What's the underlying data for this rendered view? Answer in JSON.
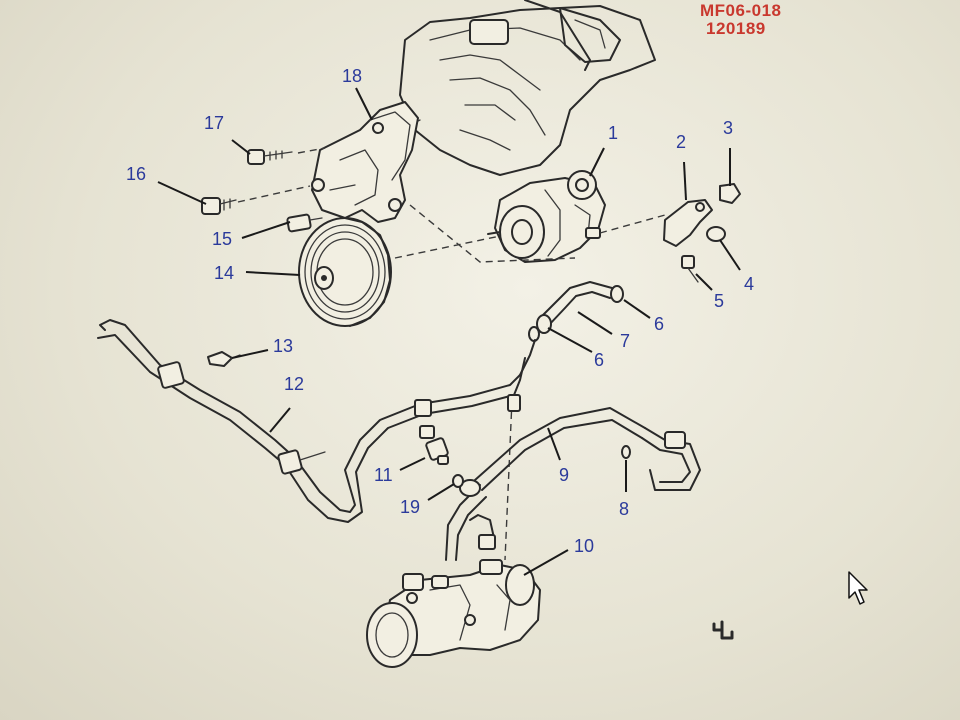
{
  "header": {
    "code_line1": "MF06-018",
    "code_line2": "120189"
  },
  "callouts": [
    {
      "id": "1",
      "label": "1"
    },
    {
      "id": "2",
      "label": "2"
    },
    {
      "id": "3",
      "label": "3"
    },
    {
      "id": "4",
      "label": "4"
    },
    {
      "id": "5",
      "label": "5"
    },
    {
      "id": "6a",
      "label": "6"
    },
    {
      "id": "6b",
      "label": "6"
    },
    {
      "id": "7",
      "label": "7"
    },
    {
      "id": "8",
      "label": "8"
    },
    {
      "id": "9",
      "label": "9"
    },
    {
      "id": "10",
      "label": "10"
    },
    {
      "id": "11",
      "label": "11"
    },
    {
      "id": "12",
      "label": "12"
    },
    {
      "id": "13",
      "label": "13"
    },
    {
      "id": "14",
      "label": "14"
    },
    {
      "id": "15",
      "label": "15"
    },
    {
      "id": "16",
      "label": "16"
    },
    {
      "id": "17",
      "label": "17"
    },
    {
      "id": "18",
      "label": "18"
    },
    {
      "id": "19",
      "label": "19"
    }
  ],
  "colors": {
    "code_text": "#c9382e",
    "callout_text": "#2b3a9b",
    "line_art": "#2a2a2a",
    "paper": "#ece9dc"
  },
  "icons": [
    "mouse-cursor-icon"
  ]
}
